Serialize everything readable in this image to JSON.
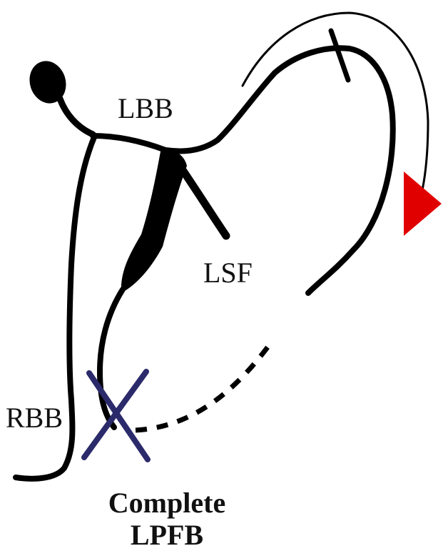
{
  "labels": {
    "lbb": "LBB",
    "lsf": "LSF",
    "rbb": "RBB",
    "caption_line1": "Complete",
    "caption_line2": "LPFB"
  },
  "colors": {
    "pathway": "#000000",
    "block_cross": "#2b2a6b",
    "arrow_head": "#e10000",
    "background": "#ffffff"
  },
  "icons": {
    "block_marker": "x-cross-icon",
    "conduction_direction": "triangle-arrow-icon"
  }
}
